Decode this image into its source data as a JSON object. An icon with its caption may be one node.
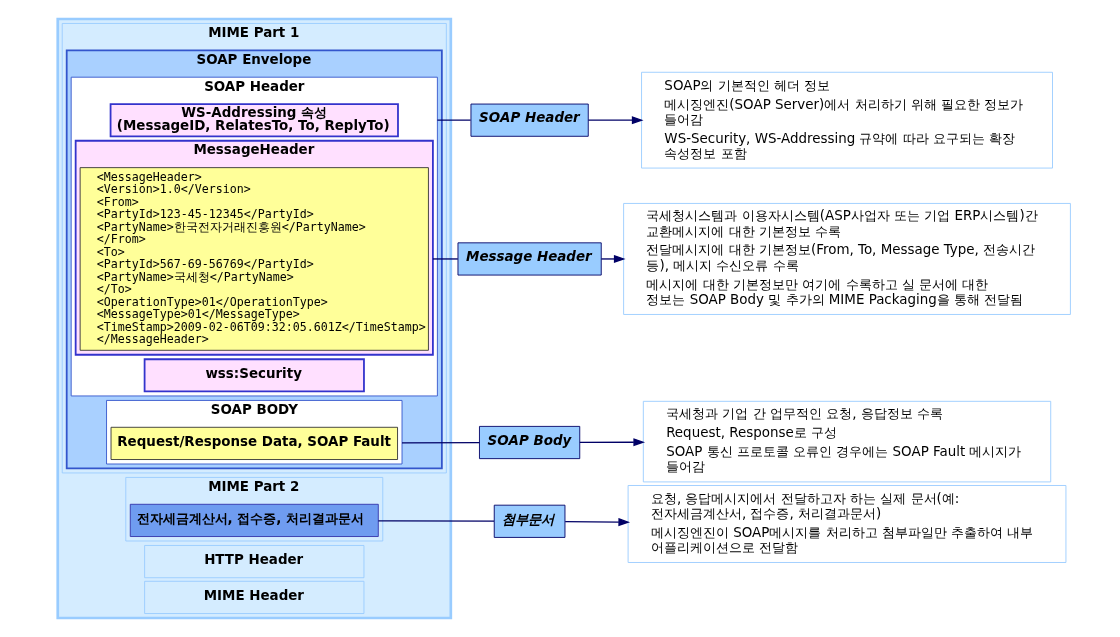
{
  "diagram": {
    "nodes": [
      {
        "text": [],
        "shape": "box"
      },
      {
        "text": [
          "HTTP Header"
        ],
        "in": 0
      },
      {
        "text": [
          "MIME Header"
        ],
        "in": 0
      },
      {
        "text": [
          "MIME Part 1"
        ],
        "in": 0
      },
      {
        "text": [
          "SOAP Envelope"
        ],
        "in": 3
      },
      {
        "text": [
          "SOAP Header"
        ],
        "in": 4
      },
      {
        "text": [
          "WS-Addressing 속성",
          "(MessageID, RelatesTo, To, ReplyTo)"
        ],
        "in": 5
      },
      {
        "text": [
          "MessageHeader"
        ],
        "in": 5
      },
      {
        "text": [
          "<MessageHeader>",
          "<Version>1.0</Version>",
          "<From>",
          "<PartyId>123-45-12345</PartyId>",
          "<PartyName>한국전자거래진흥원</PartyName>",
          "</From>",
          "<To>",
          "<PartyId>567-69-56769</PartyId>",
          "<PartyName>국세청</PartyName>",
          "</To>",
          "<OperationType>01</OperationType>",
          "<MessageType>01</MessageType>",
          "<TimeStamp>2009-02-06T09:32:05.601Z</TimeStamp>",
          "</MessageHeader>"
        ],
        "in": 7
      },
      {
        "text": [
          "wss:Security"
        ],
        "in": 5
      },
      {
        "text": [
          "SOAP BODY"
        ],
        "in": 4
      },
      {
        "text": [
          "Request/Response Data, SOAP Fault"
        ],
        "in": 10
      },
      {
        "text": [
          "MIME Part 2"
        ],
        "in": 0
      },
      {
        "text": [
          "전자세금계산서, 접수증, 처리결과문서"
        ],
        "in": 12
      },
      {
        "text": [
          "SOAP Header"
        ]
      },
      {
        "text": [
          "SOAP의 기본적인 헤더 정보",
          "메시징엔진(SOAP Server)에서 처리하기 위해 필요한 정보가 들어감",
          "WS-Security, WS-Addressing 규약에 따라 요구되는 확장 속성정보 포함"
        ]
      },
      {
        "text": [
          "Message Header"
        ]
      },
      {
        "text": [
          "국세청시스템과 이용자시스템(ASP사업자 또는 기업 ERP시스템)간 교환메시지에 대한 기본정보 수록",
          "전달메시지에 대한 기본정보(From, To, Message Type, 전송시간 등), 메시지 수신오류 수록",
          "메시지에 대한 기본정보만 여기에 수록하고 실 문서에 대한 정보는 SOAP Body 및 추가의 MIME Packaging을 통해 전달됨"
        ]
      },
      {
        "text": [
          "SOAP Body"
        ]
      },
      {
        "text": [
          "국세청과 기업 간 업무적인 요청, 응답정보 수록",
          "Request, Response로 구성",
          "SOAP 통신 프로토콜 오류인 경우에는 SOAP Fault 메시지가 들어감"
        ]
      },
      {
        "text": [
          "첨부문서"
        ]
      },
      {
        "text": [
          "요청, 응답메시지에서 전달하고자 하는 실제 문서(예: 전자세금계산서, 접수증, 처리결과문서)",
          "메시징엔진이 SOAP메시지를 처리하고 첨부파일만 추출하여 내부 어플리케이션으로 전달함"
        ]
      }
    ],
    "edges": [
      {
        "from": 5,
        "to": 14,
        "arrow": "none"
      },
      {
        "from": 14,
        "to": 15,
        "arrow": "to"
      },
      {
        "from": 7,
        "to": 16,
        "arrow": "none"
      },
      {
        "from": 16,
        "to": 17,
        "arrow": "to"
      },
      {
        "from": 10,
        "to": 18,
        "arrow": "none"
      },
      {
        "from": 18,
        "to": 19,
        "arrow": "to"
      },
      {
        "from": 13,
        "to": 20,
        "arrow": "none"
      },
      {
        "from": 20,
        "to": 21,
        "arrow": "to"
      }
    ]
  }
}
